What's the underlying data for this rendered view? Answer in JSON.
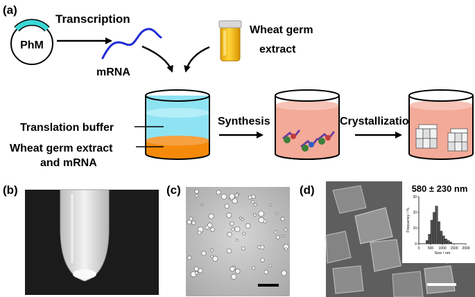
{
  "panel_a": {
    "label": "(a)",
    "plasmid_label": "PhM",
    "transcription_label": "Transcription",
    "mrna_label": "mRNA",
    "extract_label_line1": "Wheat germ",
    "extract_label_line2": "extract",
    "buffer_label": "Translation buffer",
    "bottom_label_line1": "Wheat germ extract",
    "bottom_label_line2": "and mRNA",
    "synthesis_label": "Synthesis",
    "crystallization_label": "Crystallization"
  },
  "panel_b": {
    "label": "(b)",
    "icon": "tube-photo"
  },
  "panel_c": {
    "label": "(c)",
    "icon": "micrograph"
  },
  "panel_d": {
    "label": "(d)",
    "size_label": "580 ± 230 nm",
    "hist_ylabel": "Frequency / %",
    "hist_xlabel": "Size / nm",
    "hist_yticks": [
      "0",
      "10",
      "20",
      "30"
    ],
    "hist_xticks": [
      "0",
      "500",
      "1000",
      "1500",
      "2000"
    ]
  },
  "chart_data": {
    "type": "bar",
    "xlabel": "Size / nm",
    "ylabel": "Frequency / %",
    "xlim": [
      0,
      2000
    ],
    "ylim": [
      0,
      30
    ],
    "bin_width": 100,
    "bins": [
      300,
      400,
      500,
      600,
      700,
      800,
      900,
      1000,
      1100,
      1200,
      1300
    ],
    "values": [
      2,
      6,
      15,
      20,
      24,
      14,
      8,
      5,
      3,
      2,
      1
    ]
  },
  "colors": {
    "plasmid_insert": "#3cd7d7",
    "mrna": "#1f2bd6",
    "extract_fill": "#f2b70f",
    "translation_buffer": "#8ee3f2",
    "wheat_germ_layer": "#f58a0a",
    "synthesis_medium": "#f4aa98"
  }
}
